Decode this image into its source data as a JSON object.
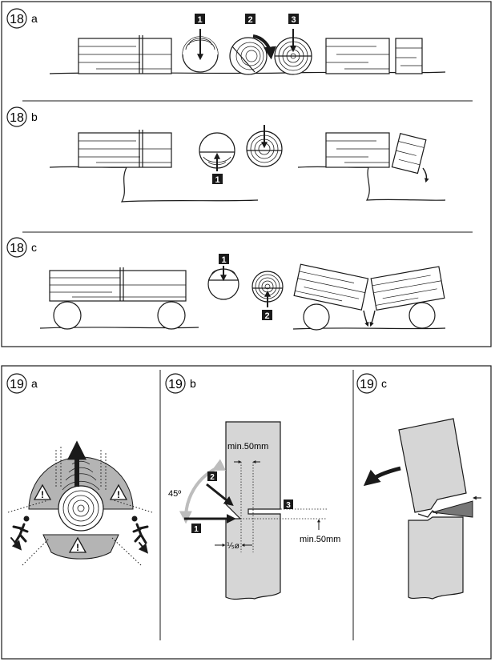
{
  "panel18": {
    "a": {
      "number": "18",
      "letter": "a",
      "steps": [
        "1",
        "2",
        "3"
      ]
    },
    "b": {
      "number": "18",
      "letter": "b",
      "steps": [
        "1"
      ]
    },
    "c": {
      "number": "18",
      "letter": "c",
      "steps": [
        "1",
        "2"
      ]
    }
  },
  "panel19": {
    "a": {
      "number": "19",
      "letter": "a",
      "warning_glyph": "!"
    },
    "b": {
      "number": "19",
      "letter": "b",
      "steps": [
        "1",
        "2",
        "3"
      ],
      "angle_label": "45º",
      "min_top_label": "min.50mm",
      "min_side_label": "min.50mm",
      "depth_label": "⅕ø"
    },
    "c": {
      "number": "19",
      "letter": "c"
    }
  },
  "colors": {
    "ink": "#1a1a1a",
    "wood": "#d6d6d6",
    "zone": "#b4b4b4",
    "wedge": "#777777",
    "arrow_grey": "#bdbdbd"
  }
}
